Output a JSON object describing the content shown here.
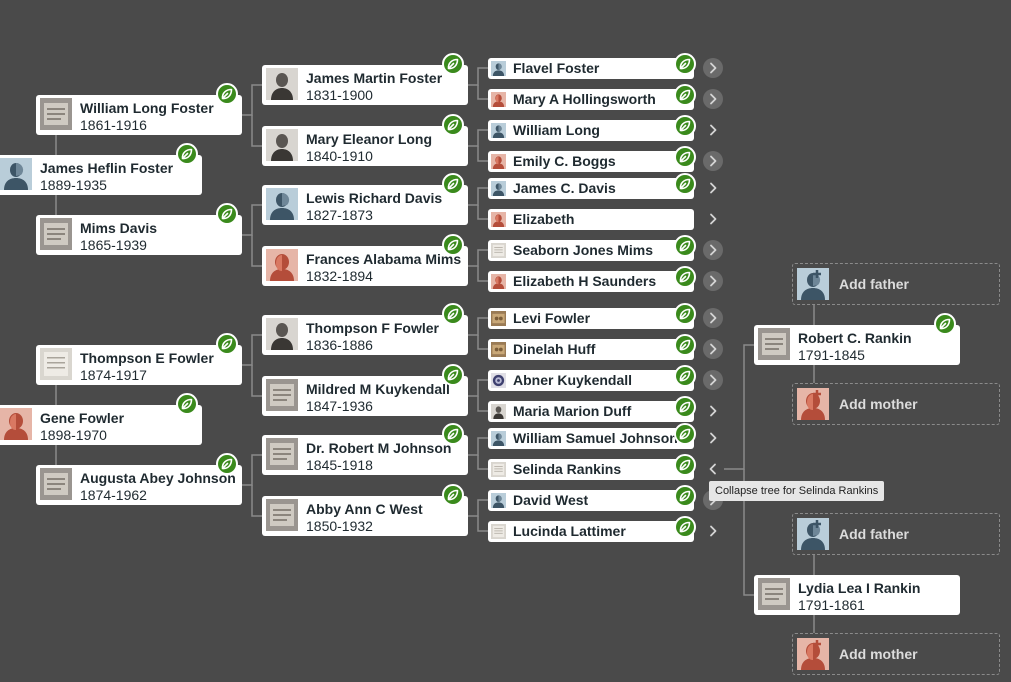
{
  "colors": {
    "background": "#4a4a4a",
    "hint": "#3a8a1c",
    "line": "#8a8a8a",
    "card": "#ffffff"
  },
  "people": [
    {
      "id": "william-long-foster",
      "name": "William Long Foster",
      "dates": "1861-1916",
      "avatar": "gravestone-photo-icon",
      "hint": true
    },
    {
      "id": "james-heflin-foster",
      "name": "James Heflin Foster",
      "dates": "1889-1935",
      "avatar": "male-silhouette-icon",
      "hint": true
    },
    {
      "id": "mims-davis",
      "name": "Mims Davis",
      "dates": "1865-1939",
      "avatar": "gravestone-photo-icon",
      "hint": true
    },
    {
      "id": "thompson-e-fowler",
      "name": "Thompson E Fowler",
      "dates": "1874-1917",
      "avatar": "document-photo-icon",
      "hint": true
    },
    {
      "id": "gene-fowler",
      "name": "Gene Fowler",
      "dates": "1898-1970",
      "avatar": "female-silhouette-icon",
      "hint": true
    },
    {
      "id": "augusta-abey-johnson",
      "name": "Augusta Abey Johnson",
      "dates": "1874-1962",
      "avatar": "gravestone-photo-icon",
      "hint": true
    },
    {
      "id": "james-martin-foster",
      "name": "James Martin Foster",
      "dates": "1831-1900",
      "avatar": "portrait-photo-icon",
      "hint": true
    },
    {
      "id": "mary-eleanor-long",
      "name": "Mary Eleanor Long",
      "dates": "1840-1910",
      "avatar": "portrait-photo-icon",
      "hint": true
    },
    {
      "id": "lewis-richard-davis",
      "name": "Lewis Richard Davis",
      "dates": "1827-1873",
      "avatar": "male-silhouette-icon",
      "hint": true
    },
    {
      "id": "frances-alabama-mims",
      "name": "Frances Alabama Mims",
      "dates": "1832-1894",
      "avatar": "female-silhouette-icon",
      "hint": true
    },
    {
      "id": "thompson-f-fowler",
      "name": "Thompson F Fowler",
      "dates": "1836-1886",
      "avatar": "portrait-photo-icon",
      "hint": true
    },
    {
      "id": "mildred-m-kuykendall",
      "name": "Mildred M Kuykendall",
      "dates": "1847-1936",
      "avatar": "gravestone-photo-icon",
      "hint": true
    },
    {
      "id": "dr-robert-m-johnson",
      "name": "Dr. Robert M Johnson",
      "dates": "1845-1918",
      "avatar": "gravestone-photo-icon",
      "hint": true
    },
    {
      "id": "abby-ann-c-west",
      "name": "Abby Ann C West",
      "dates": "1850-1932",
      "avatar": "gravestone-photo-icon",
      "hint": true
    },
    {
      "id": "flavel-foster",
      "name": "Flavel Foster",
      "avatar": "male-silhouette-icon",
      "hint": true,
      "expand": "circle"
    },
    {
      "id": "mary-a-hollingsworth",
      "name": "Mary A Hollingsworth",
      "avatar": "female-silhouette-icon",
      "hint": true,
      "expand": "circle"
    },
    {
      "id": "william-long",
      "name": "William Long",
      "avatar": "male-silhouette-icon",
      "hint": true,
      "expand": "plain"
    },
    {
      "id": "emily-c-boggs",
      "name": "Emily C. Boggs",
      "avatar": "female-silhouette-icon",
      "hint": true,
      "expand": "circle"
    },
    {
      "id": "james-c-davis",
      "name": "James C. Davis",
      "avatar": "male-silhouette-icon",
      "hint": true,
      "expand": "plain"
    },
    {
      "id": "elizabeth",
      "name": "Elizabeth",
      "avatar": "female-silhouette-icon",
      "hint": false,
      "expand": "plain"
    },
    {
      "id": "seaborn-jones-mims",
      "name": "Seaborn Jones Mims",
      "avatar": "document-photo-icon",
      "hint": true,
      "expand": "circle"
    },
    {
      "id": "elizabeth-h-saunders",
      "name": "Elizabeth H Saunders",
      "avatar": "female-silhouette-icon",
      "hint": true,
      "expand": "circle"
    },
    {
      "id": "levi-fowler",
      "name": "Levi Fowler",
      "avatar": "sepia-photo-icon",
      "hint": true,
      "expand": "circle"
    },
    {
      "id": "dinelah-huff",
      "name": "Dinelah Huff",
      "avatar": "sepia-photo-icon",
      "hint": true,
      "expand": "circle"
    },
    {
      "id": "abner-kuykendall",
      "name": "Abner Kuykendall",
      "avatar": "emblem-photo-icon",
      "hint": true,
      "expand": "circle"
    },
    {
      "id": "maria-marion-duff",
      "name": "Maria Marion Duff",
      "avatar": "portrait-photo-icon",
      "hint": true,
      "expand": "plain"
    },
    {
      "id": "william-samuel-johnson",
      "name": "William Samuel Johnson",
      "avatar": "male-silhouette-icon",
      "hint": true,
      "expand": "plain"
    },
    {
      "id": "selinda-rankins",
      "name": "Selinda Rankins",
      "avatar": "document-photo-icon",
      "hint": true,
      "expand": "collapse"
    },
    {
      "id": "david-west",
      "name": "David West",
      "avatar": "male-silhouette-icon",
      "hint": true,
      "expand": "circle"
    },
    {
      "id": "lucinda-lattimer",
      "name": "Lucinda Lattimer",
      "avatar": "document-photo-icon",
      "hint": true,
      "expand": "plain"
    },
    {
      "id": "robert-c-rankin",
      "name": "Robert C. Rankin",
      "dates": "1791-1845",
      "avatar": "gravestone-photo-icon",
      "hint": true
    },
    {
      "id": "lydia-lea-i-rankin",
      "name": "Lydia Lea I Rankin",
      "dates": "1791-1861",
      "avatar": "gravestone-photo-icon",
      "hint": false
    }
  ],
  "add_parents": [
    {
      "id": "add-father-1",
      "label": "Add father",
      "avatar": "male-silhouette-plus-icon"
    },
    {
      "id": "add-mother-1",
      "label": "Add mother",
      "avatar": "female-silhouette-plus-icon"
    },
    {
      "id": "add-father-2",
      "label": "Add father",
      "avatar": "male-silhouette-plus-icon"
    },
    {
      "id": "add-mother-2",
      "label": "Add mother",
      "avatar": "female-silhouette-plus-icon"
    }
  ],
  "tooltip": "Collapse tree for Selinda Rankins"
}
